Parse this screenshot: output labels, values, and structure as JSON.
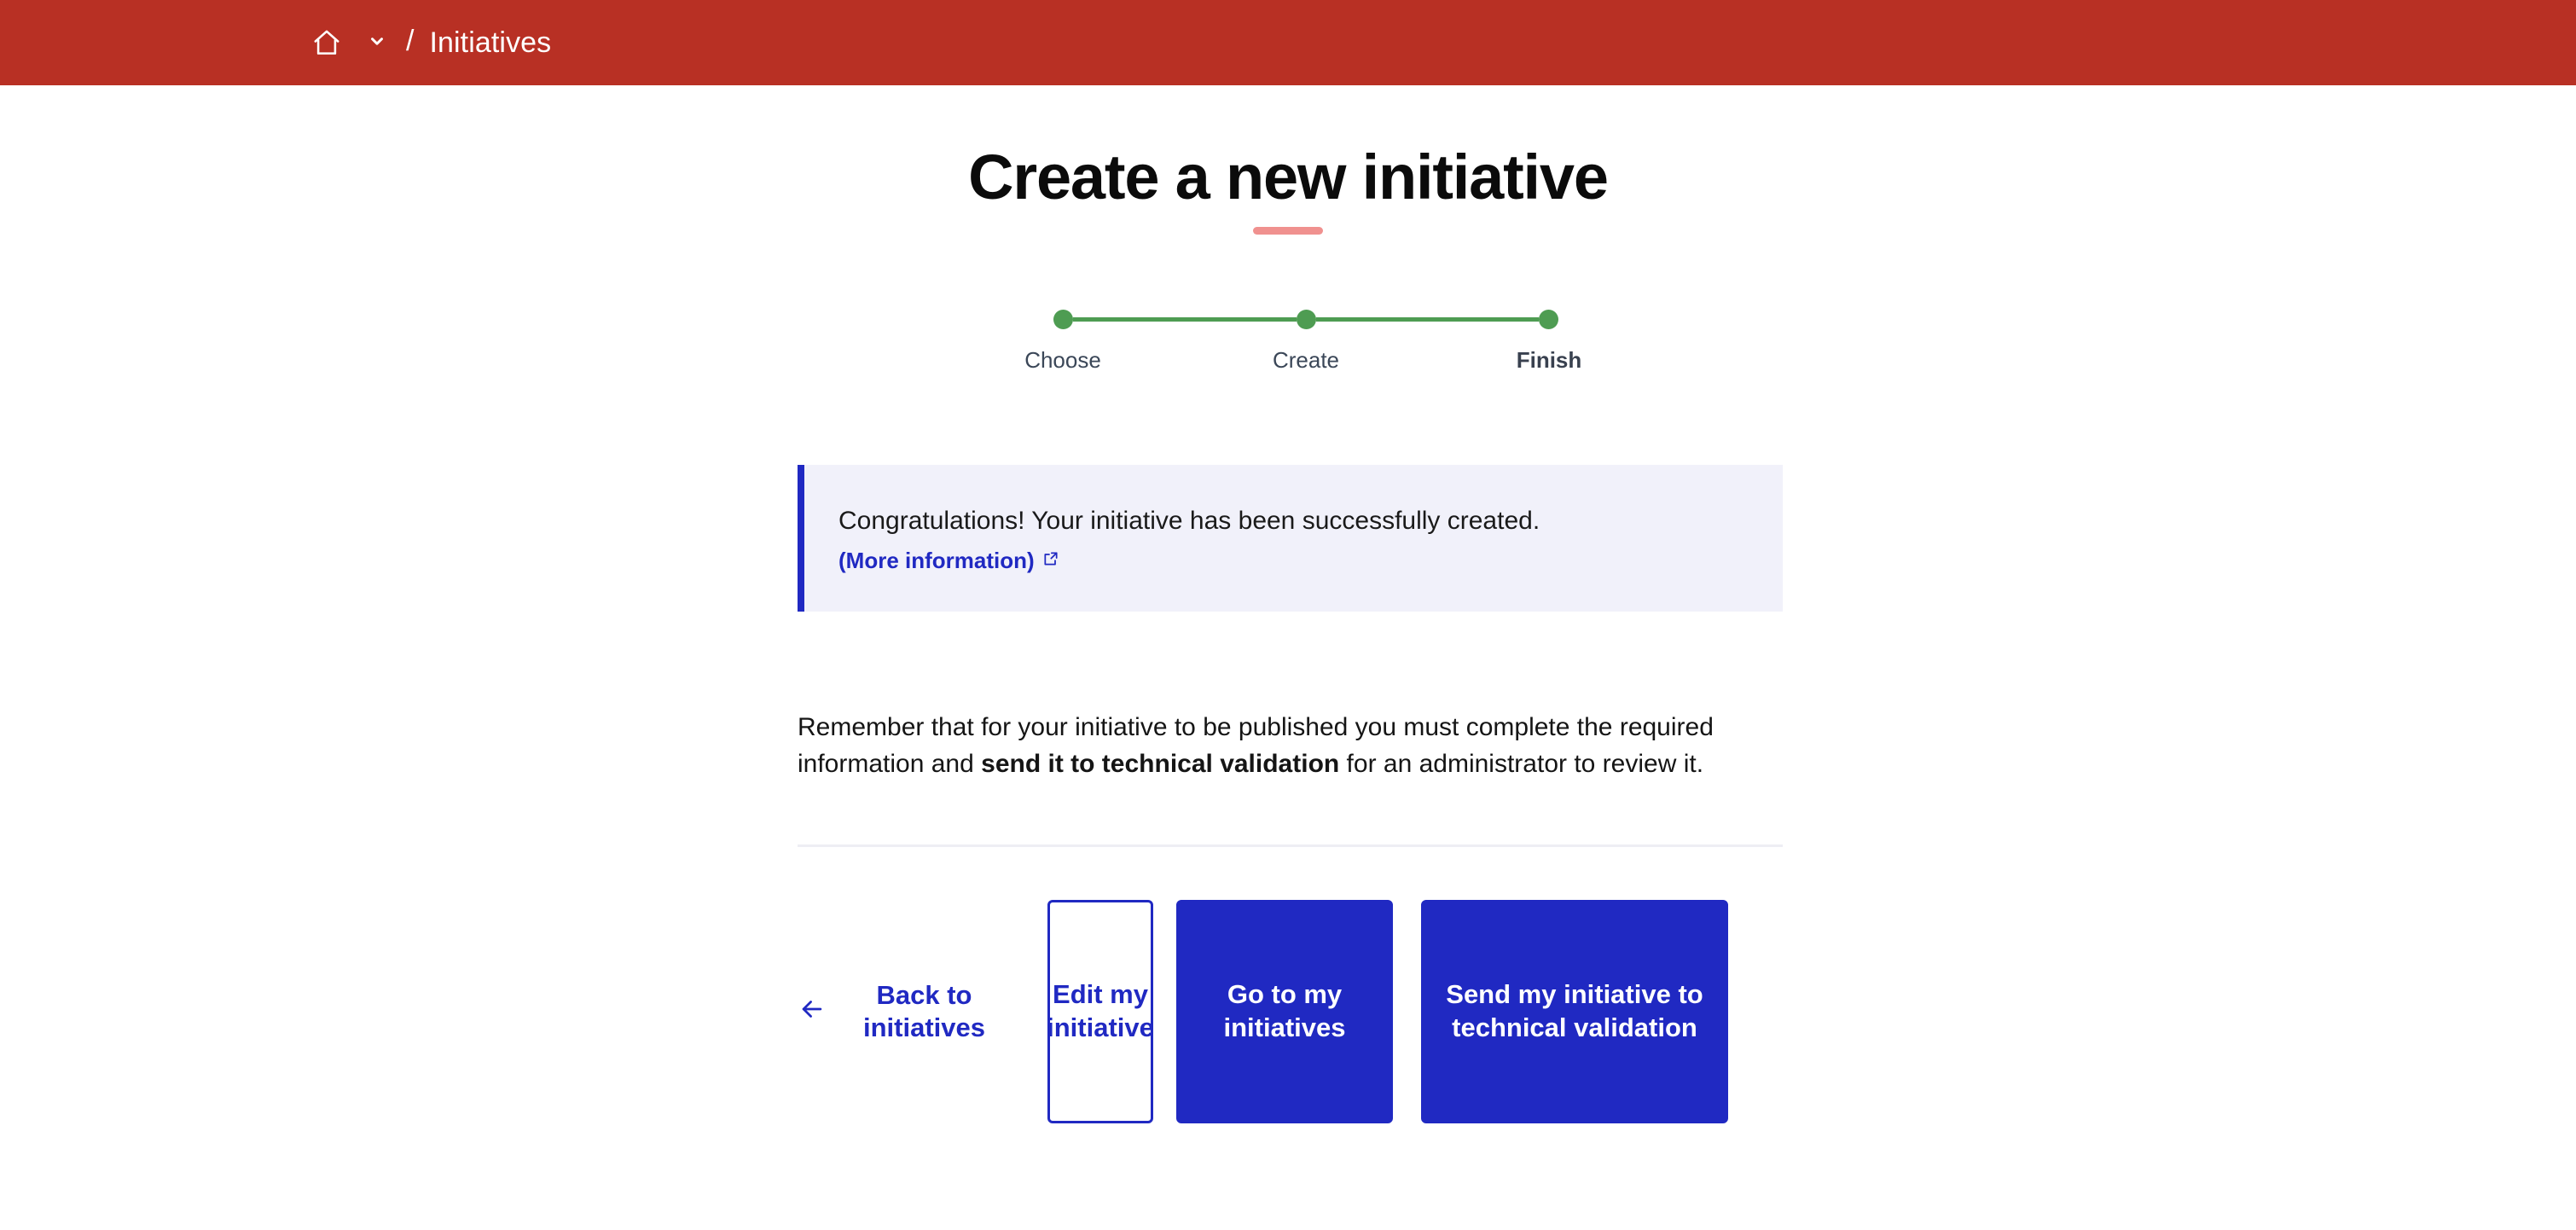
{
  "topbar": {
    "home_icon": "home-icon",
    "dropdown_icon": "chevron-down-icon",
    "separator": "/",
    "current_crumb": "Initiatives",
    "background_color": "#b83024"
  },
  "header": {
    "title": "Create a new initiative",
    "accent_color": "#f0918f"
  },
  "stepper": {
    "active_index": 2,
    "dot_color": "#4e9c52",
    "steps": [
      {
        "label": "Choose",
        "state": "complete"
      },
      {
        "label": "Create",
        "state": "complete"
      },
      {
        "label": "Finish",
        "state": "active"
      }
    ]
  },
  "callout": {
    "message": "Congratulations! Your initiative has been successfully created.",
    "link_label": "(More information)",
    "link_icon": "external-link-icon",
    "background_color": "#f1f1fa",
    "border_color": "#2029c2"
  },
  "notice": {
    "part1": "Remember that for your initiative to be published you must complete the required information and ",
    "emphasis": "send it to technical validation",
    "part2": " for an administrator to review it."
  },
  "actions": {
    "back": {
      "icon": "arrow-left-icon",
      "label": "Back to initiatives"
    },
    "edit": {
      "label": "Edit my initiative",
      "style": "outline"
    },
    "go": {
      "label": "Go to my initiatives",
      "style": "primary"
    },
    "send": {
      "label": "Send my initiative to technical validation",
      "style": "primary"
    },
    "primary_color": "#2029c2"
  }
}
